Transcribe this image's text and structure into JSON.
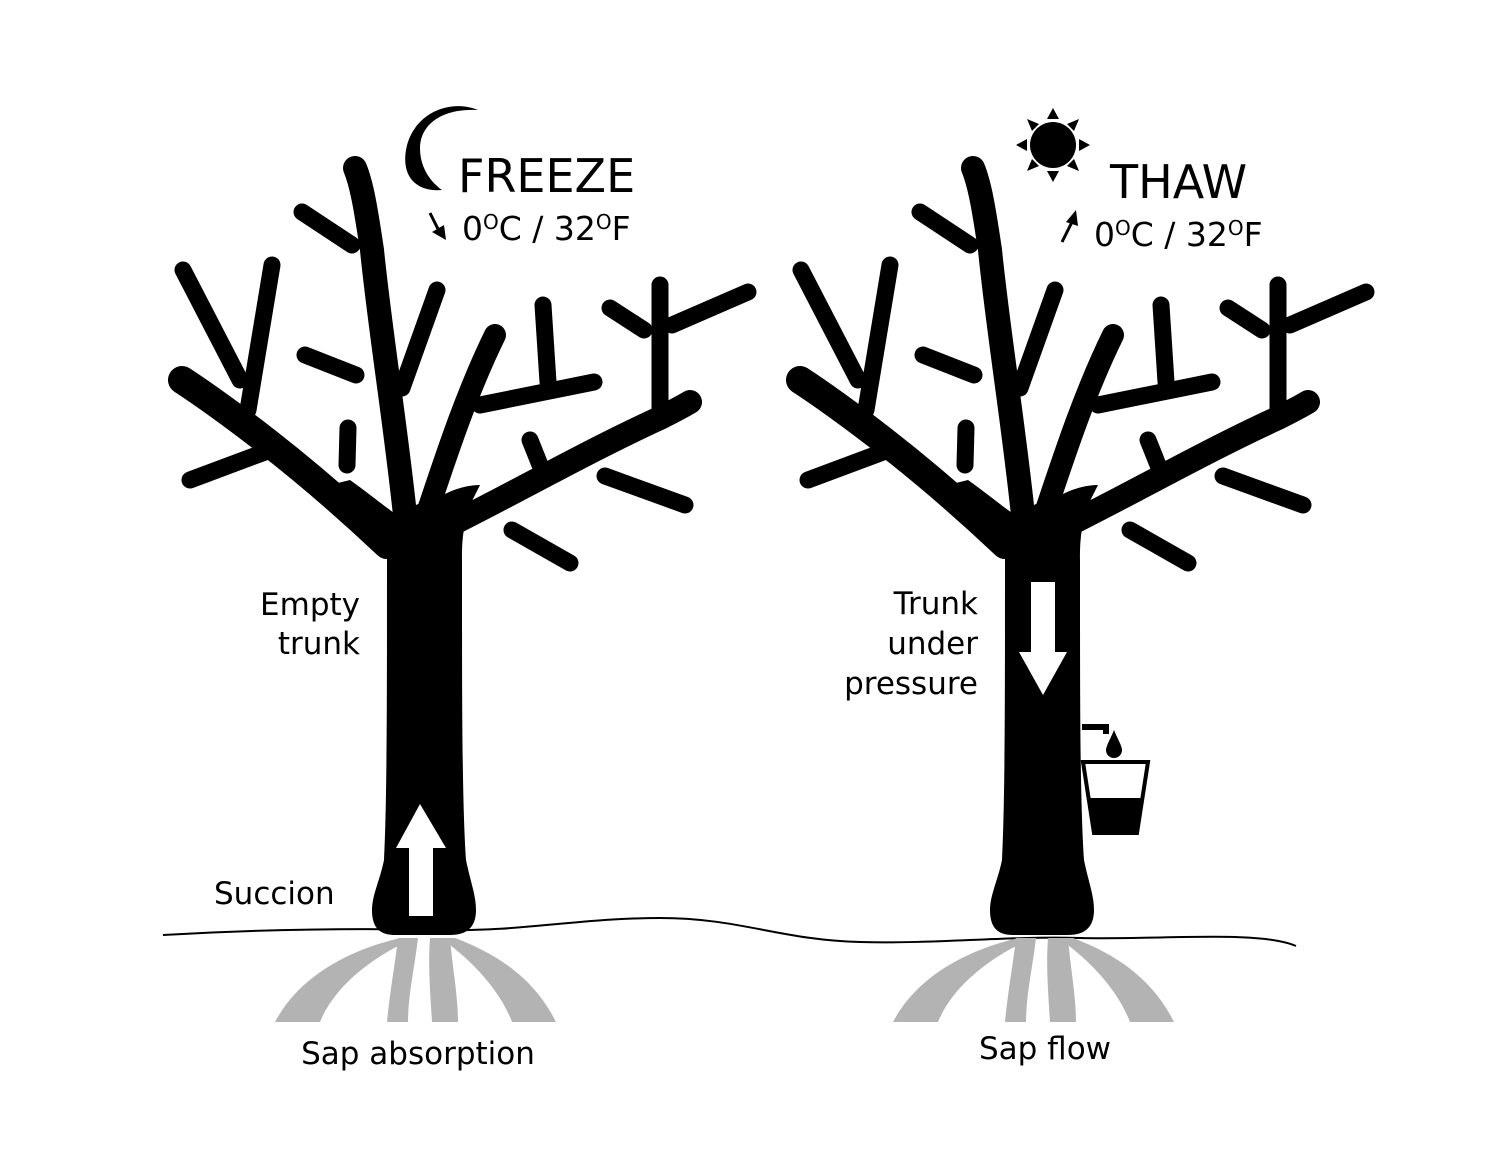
{
  "freeze": {
    "title": "FREEZE",
    "temp_c_num": "0",
    "temp_c_unit": "C",
    "temp_sep": " / ",
    "temp_f_num": "32",
    "temp_f_unit": "F",
    "trunk_label_line1": "Empty",
    "trunk_label_line2": "trunk",
    "ground_label": "Succion",
    "roots_label": "Sap absorption"
  },
  "thaw": {
    "title": "THAW",
    "temp_c_num": "0",
    "temp_c_unit": "C",
    "temp_sep": " / ",
    "temp_f_num": "32",
    "temp_f_unit": "F",
    "trunk_label_line1": "Trunk",
    "trunk_label_line2": "under",
    "trunk_label_line3": "pressure",
    "roots_label": "Sap flow"
  },
  "icons": {
    "freeze_icon": "moon-icon",
    "thaw_icon": "sun-icon",
    "freeze_trend": "arrow-down-icon",
    "thaw_trend": "arrow-up-icon",
    "bucket": "bucket-icon"
  },
  "colors": {
    "tree": "#000000",
    "roots": "#b3b3b3",
    "background": "#ffffff"
  }
}
